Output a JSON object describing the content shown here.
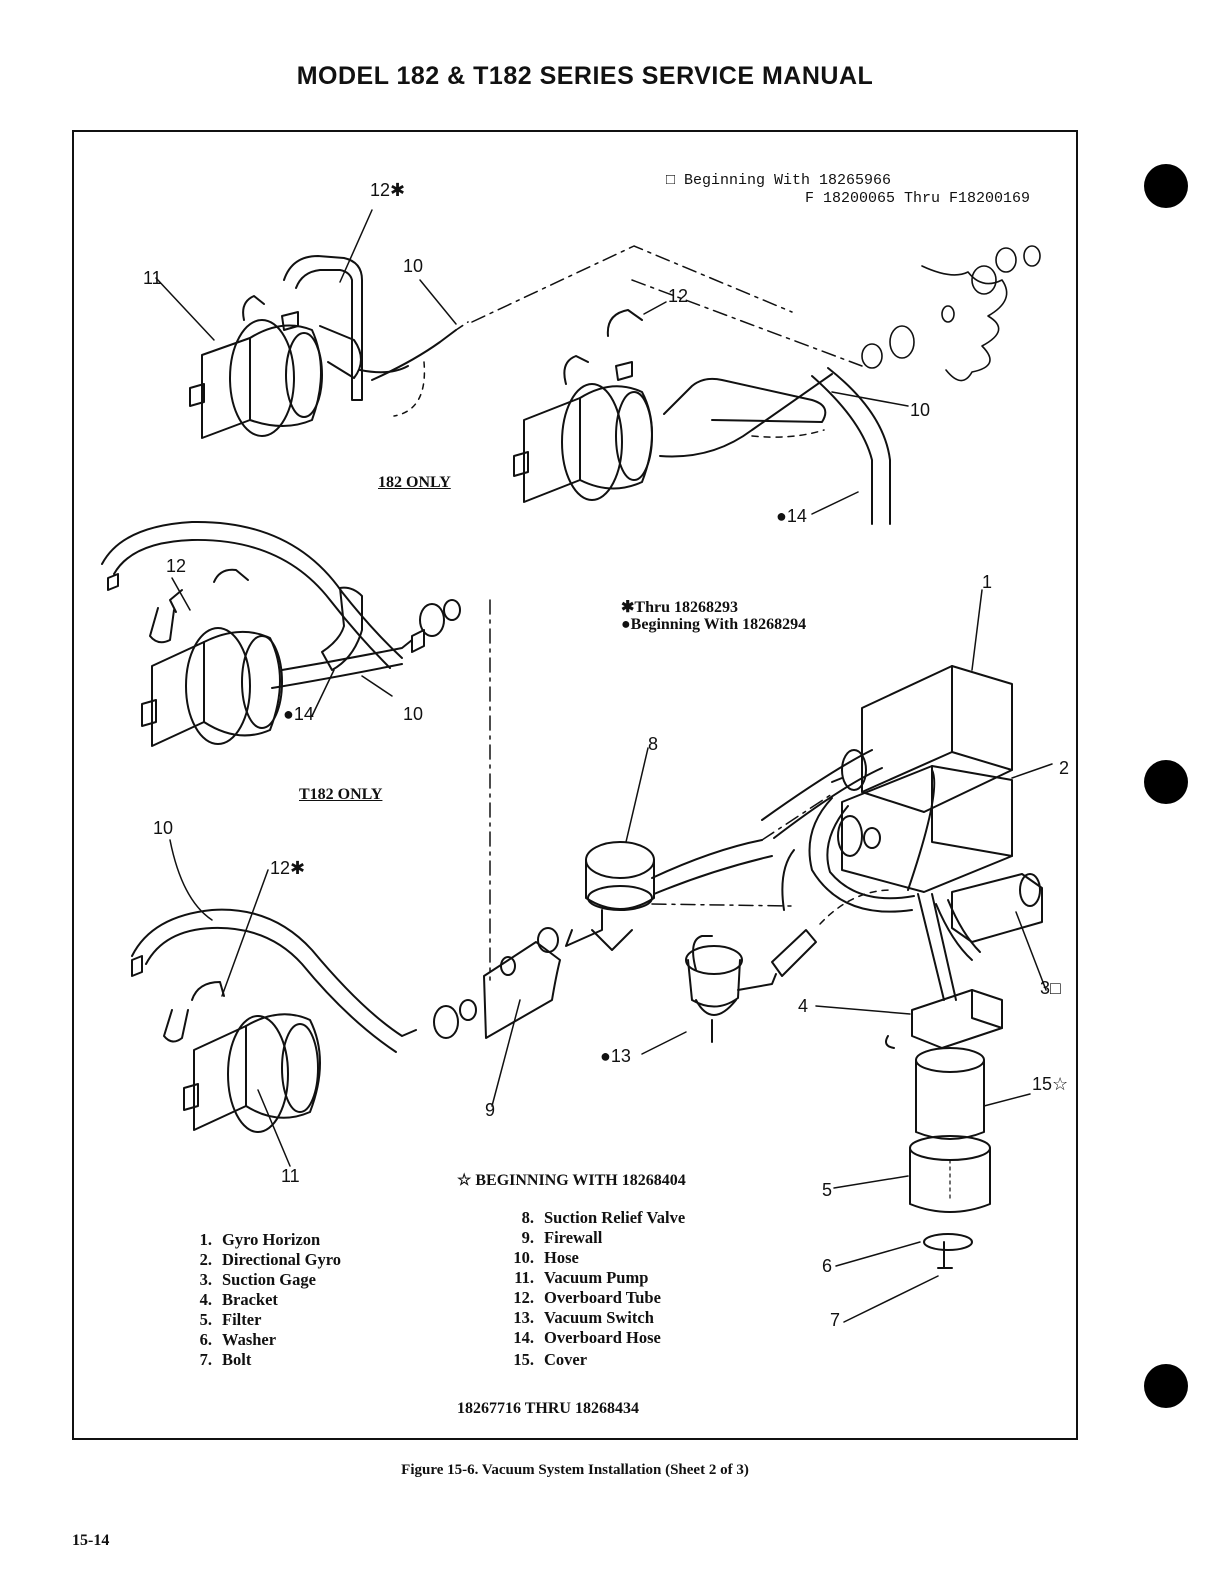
{
  "header": {
    "title": "MODEL 182 & T182 SERIES SERVICE MANUAL"
  },
  "notes": {
    "box_note_line1": "□ Beginning With 18265966",
    "box_note_line2": "F 18200065 Thru F18200169",
    "star_note": "✱Thru 18268293",
    "dot_note": "●Beginning With 18268294",
    "open_star_note": "☆ BEGINNING WITH 18268404",
    "serial_range": "18267716 THRU 18268434"
  },
  "section_labels": {
    "only_182": "182 ONLY",
    "only_t182": "T182 ONLY"
  },
  "callouts": {
    "c12_star_top": "12✱",
    "c11_top": "11",
    "c10_top": "10",
    "c12_mid": "12",
    "c10_mid_right": "10",
    "c14_top": "●14",
    "c12_t182": "12",
    "c14_t182": "●14",
    "c10_t182": "10",
    "c1": "1",
    "c8": "8",
    "c2": "2",
    "c10_lower": "10",
    "c12_star_lower": "12✱",
    "c3": "3□",
    "c4": "4",
    "c13": "●13",
    "c9": "9",
    "c15": "15☆",
    "c11_lower": "11",
    "c5": "5",
    "c6": "6",
    "c7": "7"
  },
  "legend_left": [
    {
      "num": "1.",
      "label": "Gyro Horizon"
    },
    {
      "num": "2.",
      "label": "Directional Gyro"
    },
    {
      "num": "3.",
      "label": "Suction Gage"
    },
    {
      "num": "4.",
      "label": "Bracket"
    },
    {
      "num": "5.",
      "label": "Filter"
    },
    {
      "num": "6.",
      "label": "Washer"
    },
    {
      "num": "7.",
      "label": "Bolt"
    }
  ],
  "legend_right": [
    {
      "num": "8.",
      "label": "Suction Relief Valve"
    },
    {
      "num": "9.",
      "label": "Firewall"
    },
    {
      "num": "10.",
      "label": "Hose"
    },
    {
      "num": "11.",
      "label": "Vacuum Pump"
    },
    {
      "num": "12.",
      "label": "Overboard Tube"
    },
    {
      "num": "13.",
      "label": "Vacuum Switch"
    },
    {
      "num": "14.",
      "label": "Overboard Hose"
    },
    {
      "num": "15.",
      "label": "Cover"
    }
  ],
  "caption": "Figure 15-6.  Vacuum System Installation (Sheet 2 of 3)",
  "page_number": "15-14"
}
